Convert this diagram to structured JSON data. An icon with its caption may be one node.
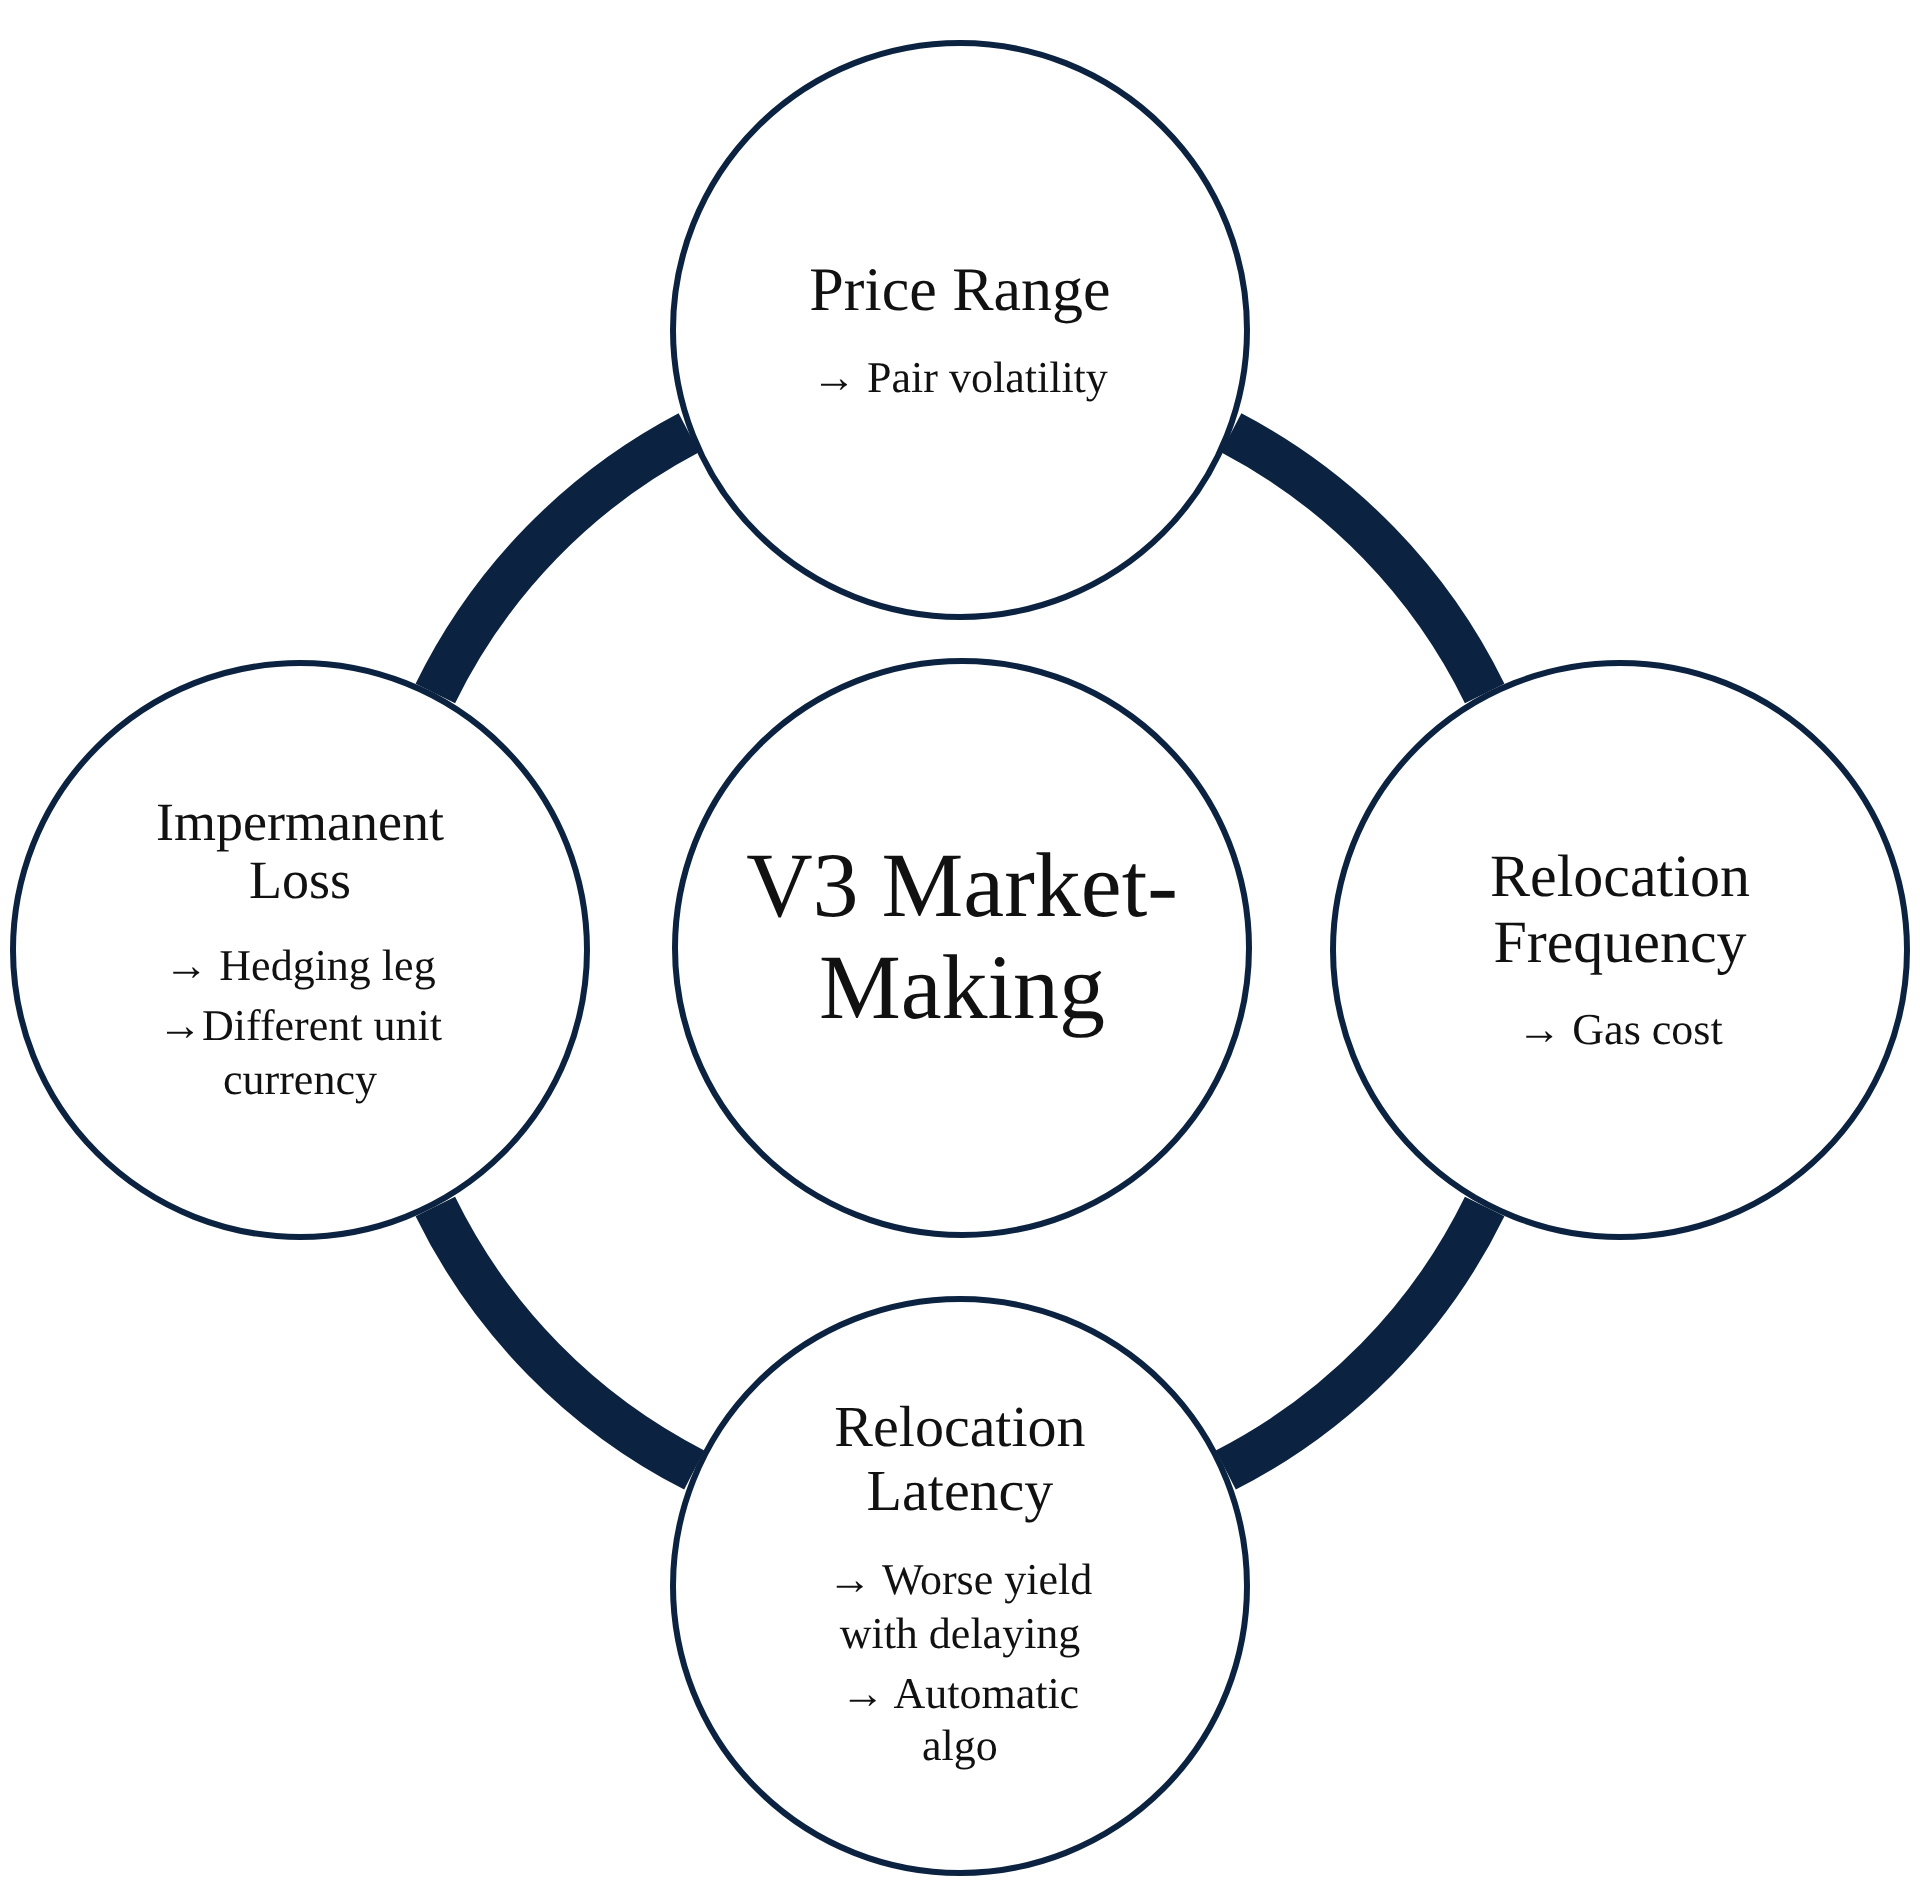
{
  "diagram": {
    "nodes": [
      {
        "text": [
          "Price Range",
          "→ Pair volatility"
        ]
      },
      {
        "text": [
          "Impermanent Loss",
          "→ Hedging leg",
          "→Different unit currency"
        ]
      },
      {
        "text": [
          "V3 Market-Making"
        ]
      },
      {
        "text": [
          "Relocation Frequency",
          "→ Gas cost"
        ]
      },
      {
        "text": [
          "Relocation Latency",
          "→ Worse yield with delaying",
          "→ Automatic algo"
        ]
      }
    ],
    "edges": [
      {
        "from": 0,
        "to": 3,
        "arrow": "none"
      },
      {
        "from": 3,
        "to": 4,
        "arrow": "none"
      },
      {
        "from": 4,
        "to": 1,
        "arrow": "none"
      },
      {
        "from": 1,
        "to": 0,
        "arrow": "none"
      }
    ]
  }
}
